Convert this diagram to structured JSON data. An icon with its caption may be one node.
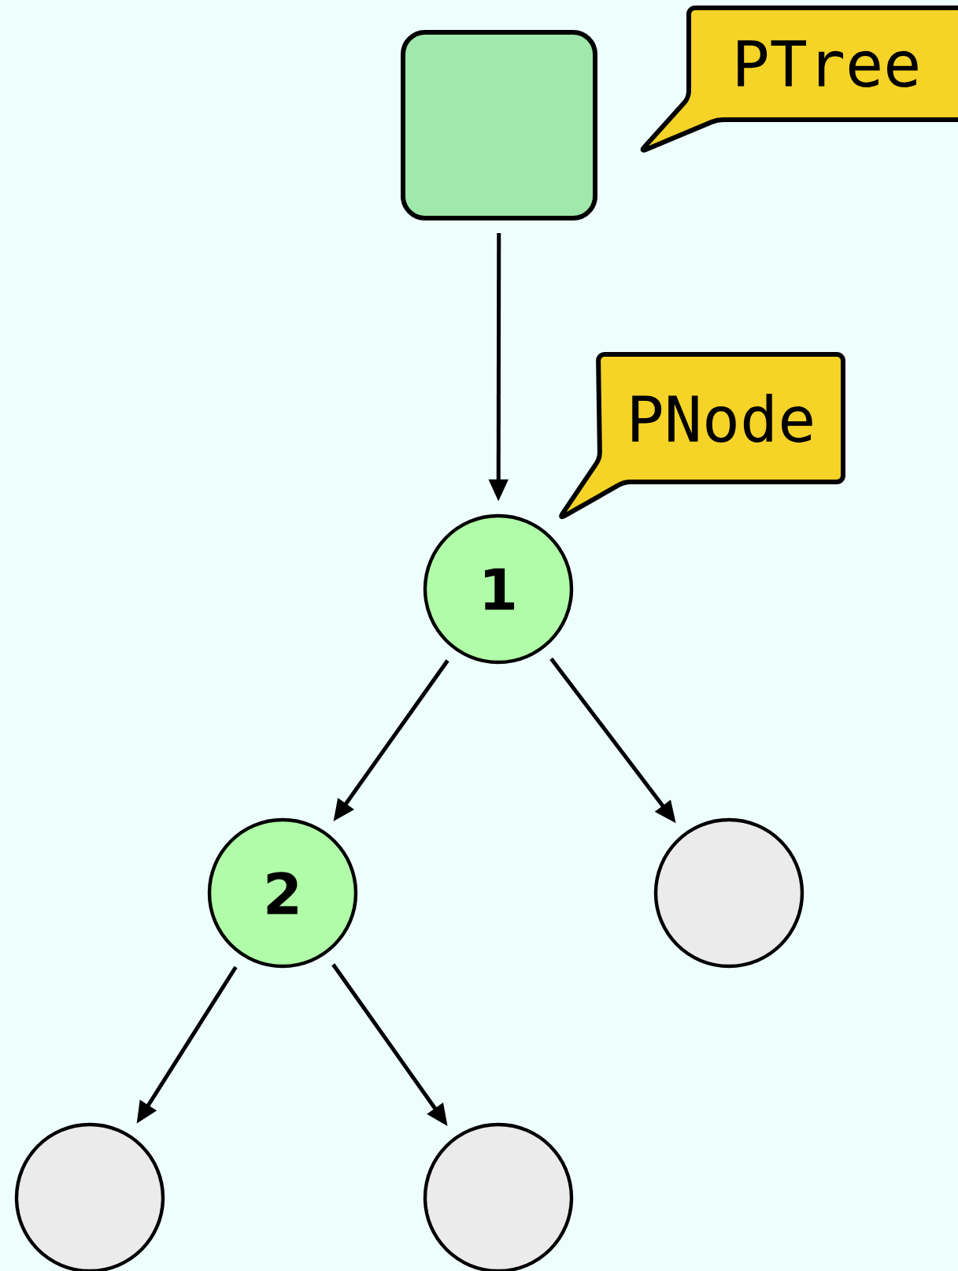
{
  "diagram": {
    "nodes": [
      {
        "text": [],
        "shape": "box"
      },
      {
        "text": [
          "PTree"
        ]
      },
      {
        "text": [
          "PNode"
        ]
      },
      {
        "text": [
          "1"
        ]
      },
      {
        "text": [
          "2"
        ]
      },
      {
        "text": [],
        "shape": "circle"
      },
      {
        "text": [],
        "shape": "circle"
      },
      {
        "text": [],
        "shape": "circle"
      }
    ],
    "edges": [
      {
        "from": 0,
        "to": 3,
        "arrow": "to"
      },
      {
        "from": 3,
        "to": 4,
        "arrow": "to"
      },
      {
        "from": 3,
        "to": 5,
        "arrow": "to"
      },
      {
        "from": 4,
        "to": 6,
        "arrow": "to"
      },
      {
        "from": 4,
        "to": 7,
        "arrow": "to"
      }
    ]
  }
}
